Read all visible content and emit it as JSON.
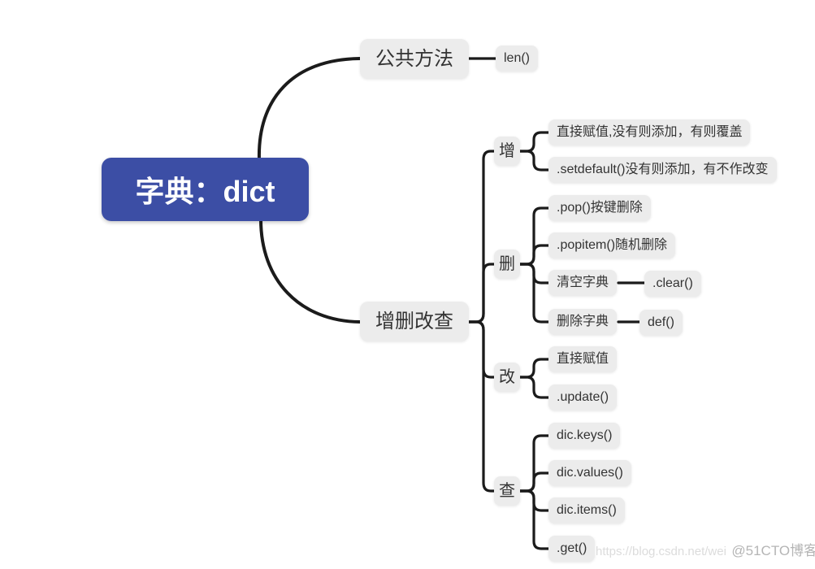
{
  "colors": {
    "root_bg": "#3c4ea5",
    "root_text": "#ffffff",
    "node_bg": "#ececec",
    "node_text": "#333333",
    "line": "#1b1b1b"
  },
  "mindmap": {
    "root": "字典：dict",
    "children": [
      {
        "label": "公共方法",
        "children": [
          {
            "label": "len()"
          }
        ]
      },
      {
        "label": "增删改查",
        "children": [
          {
            "label": "增",
            "children": [
              {
                "label": "直接赋值,没有则添加，有则覆盖"
              },
              {
                "label": ".setdefault()没有则添加，有不作改变"
              }
            ]
          },
          {
            "label": "删",
            "children": [
              {
                "label": ".pop()按键删除"
              },
              {
                "label": ".popitem()随机删除"
              },
              {
                "label": "清空字典",
                "children": [
                  {
                    "label": ".clear()"
                  }
                ]
              },
              {
                "label": "删除字典",
                "children": [
                  {
                    "label": "def()"
                  }
                ]
              }
            ]
          },
          {
            "label": "改",
            "children": [
              {
                "label": "直接赋值"
              },
              {
                "label": ".update()"
              }
            ]
          },
          {
            "label": "查",
            "children": [
              {
                "label": "dic.keys()"
              },
              {
                "label": "dic.values()"
              },
              {
                "label": "dic.items()"
              },
              {
                "label": ".get()"
              }
            ]
          }
        ]
      }
    ]
  },
  "watermark": {
    "url": "https://blog.csdn.net/wei",
    "badge": "@51CTO博客"
  }
}
